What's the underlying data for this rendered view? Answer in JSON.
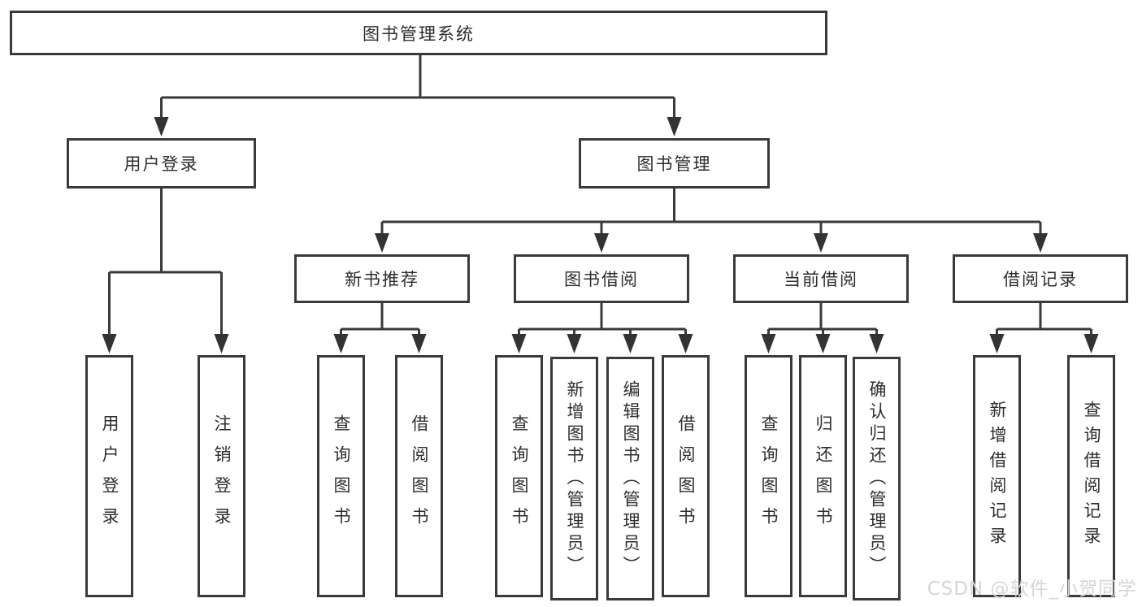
{
  "diagram": {
    "title": "图书管理系统",
    "root": {
      "label": "图书管理系统"
    },
    "level2": [
      {
        "label": "用户登录"
      },
      {
        "label": "图书管理"
      }
    ],
    "level3": [
      {
        "label": "新书推荐",
        "parent": "图书管理"
      },
      {
        "label": "图书借阅",
        "parent": "图书管理"
      },
      {
        "label": "当前借阅",
        "parent": "图书管理"
      },
      {
        "label": "借阅记录",
        "parent": "图书管理"
      }
    ],
    "leaves": [
      {
        "label": "用户登录",
        "parent": "用户登录"
      },
      {
        "label": "注销登录",
        "parent": "用户登录"
      },
      {
        "label": "查询图书",
        "parent": "新书推荐"
      },
      {
        "label": "借阅图书",
        "parent": "新书推荐"
      },
      {
        "label": "查询图书",
        "parent": "图书借阅"
      },
      {
        "label": "新增图书（管理员）",
        "parent": "图书借阅"
      },
      {
        "label": "编辑图书（管理员）",
        "parent": "图书借阅"
      },
      {
        "label": "借阅图书",
        "parent": "图书借阅"
      },
      {
        "label": "查询图书",
        "parent": "当前借阅"
      },
      {
        "label": "归还图书",
        "parent": "当前借阅"
      },
      {
        "label": "确认归还（管理员）",
        "parent": "当前借阅"
      },
      {
        "label": "新增借阅记录",
        "parent": "借阅记录"
      },
      {
        "label": "查询借阅记录",
        "parent": "借阅记录"
      }
    ]
  },
  "watermark": {
    "text": "CSDN @软件_小贺同学"
  },
  "colors": {
    "background": "#ffffff",
    "line": "#3a3a3a",
    "box_border": "#3a3a3a",
    "text": "#2d2d2d",
    "watermark": "#d6d6d6"
  }
}
